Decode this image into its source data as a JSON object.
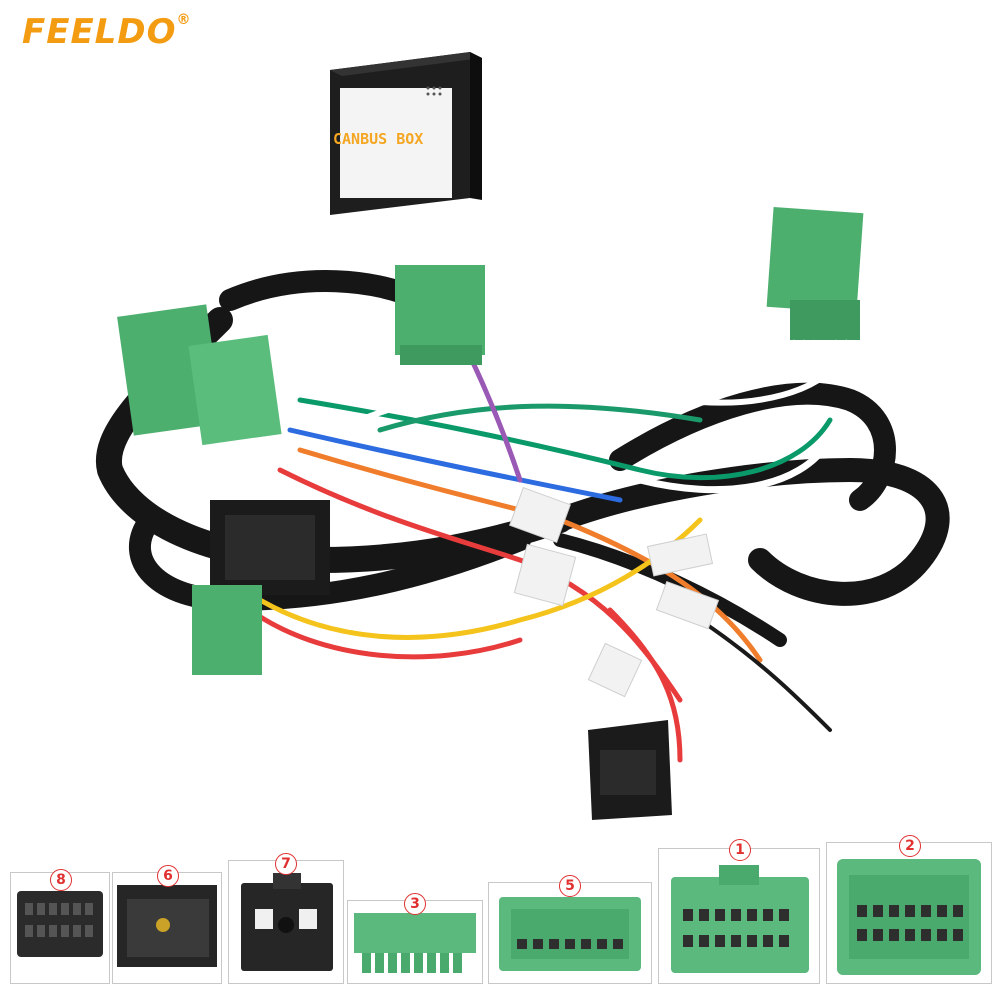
{
  "brand": {
    "name": "FEELDO",
    "mark": "®"
  },
  "product": {
    "canbus_label": "CANBUS BOX"
  },
  "connector_thumbs": [
    {
      "number": "8"
    },
    {
      "number": "6"
    },
    {
      "number": "7"
    },
    {
      "number": "3"
    },
    {
      "number": "5"
    },
    {
      "number": "1"
    },
    {
      "number": "2"
    }
  ],
  "colors": {
    "brand_orange": "#f39c12",
    "connector_green": "#4caf6e",
    "harness_black": "#1a1a1a",
    "marker_red": "#e03030"
  }
}
